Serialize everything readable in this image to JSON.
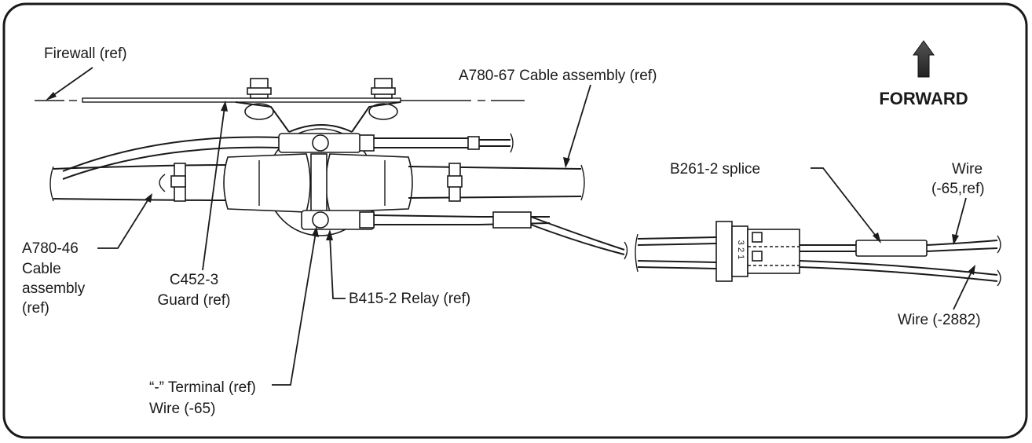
{
  "forward": {
    "label": "FORWARD"
  },
  "labels": {
    "firewall": "Firewall (ref)",
    "a780_67": "A780-67 Cable assembly (ref)",
    "b261_splice": "B261-2 splice",
    "wire_65_ref_line1": "Wire",
    "wire_65_ref_line2": "(-65,ref)",
    "a780_46_line1": "A780-46",
    "a780_46_line2": "Cable",
    "a780_46_line3": "assembly",
    "a780_46_line4": "(ref)",
    "c452_line1": "C452-3",
    "c452_line2": "Guard (ref)",
    "b415_relay": "B415-2 Relay (ref)",
    "wire_2882": "Wire (-2882)",
    "terminal_line1": "“-” Terminal (ref)",
    "terminal_line2": "Wire (-65)",
    "connector_marks": "3 2 1"
  }
}
